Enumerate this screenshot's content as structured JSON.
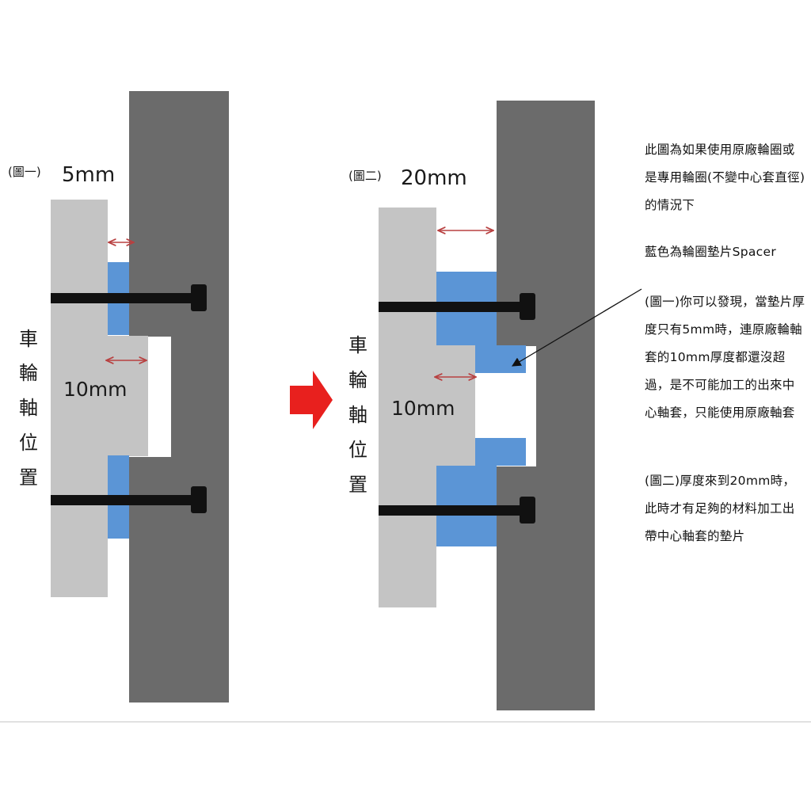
{
  "figure1": {
    "caption": "(圖一)",
    "spacer_label": "5mm",
    "hub_label": "10mm",
    "axle_label": [
      "車",
      "輪",
      "軸",
      "位",
      "置"
    ]
  },
  "figure2": {
    "caption": "(圖二)",
    "spacer_label": "20mm",
    "hub_label": "10mm",
    "axle_label": [
      "車",
      "輪",
      "軸",
      "位",
      "置"
    ]
  },
  "notes": [
    "此圖為如果使用原廠輪圈或是專用輪圈(不變中心套直徑)的情況下",
    "藍色為輪圈墊片Spacer",
    "(圖一)你可以發現，當墊片厚度只有5mm時，連原廠輪軸套的10mm厚度都還沒超過，是不可能加工的出來中心軸套，只能使用原廠軸套",
    "(圖二)厚度來到20mm時，此時才有足夠的材料加工出帶中心軸套的墊片"
  ],
  "colors": {
    "hub_dark_gray": "#6b6b6b",
    "wheel_light_gray": "#c4c4c4",
    "spacer_blue": "#5b95d6",
    "bolt_black": "#111111",
    "dimension_arrow": "#b84040",
    "transition_arrow": "#e8201e"
  },
  "icons": {
    "transition": "right-arrow-icon",
    "pointer": "pointer-arrow-icon"
  }
}
